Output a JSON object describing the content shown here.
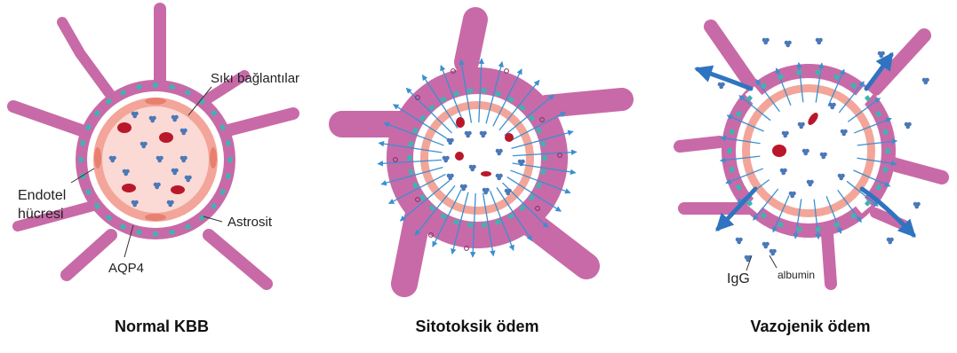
{
  "panels": [
    {
      "title": "Normal KBB"
    },
    {
      "title": "Sitotoksik ödem"
    },
    {
      "title": "Vazojenik ödem"
    }
  ],
  "labels": {
    "tight_junctions": "Sıkı bağlantılar",
    "endothelial_line1": "Endotel",
    "endothelial_line2": "hücresi",
    "astrocyte": "Astrosit",
    "aqp4": "AQP4",
    "igg": "IgG",
    "albumin": "albumin"
  },
  "colors": {
    "astrocyte": "#c86aa8",
    "astrocyte_dark": "#9e4b86",
    "endothelium": "#f3a59a",
    "lumen": "#fbd9d4",
    "rbc": "#b8182a",
    "protein": "#4a78b8",
    "aqp4": "#3fb3b3",
    "water_arrow": "#3a8fd0",
    "leak_arrow": "#2f74c0"
  }
}
